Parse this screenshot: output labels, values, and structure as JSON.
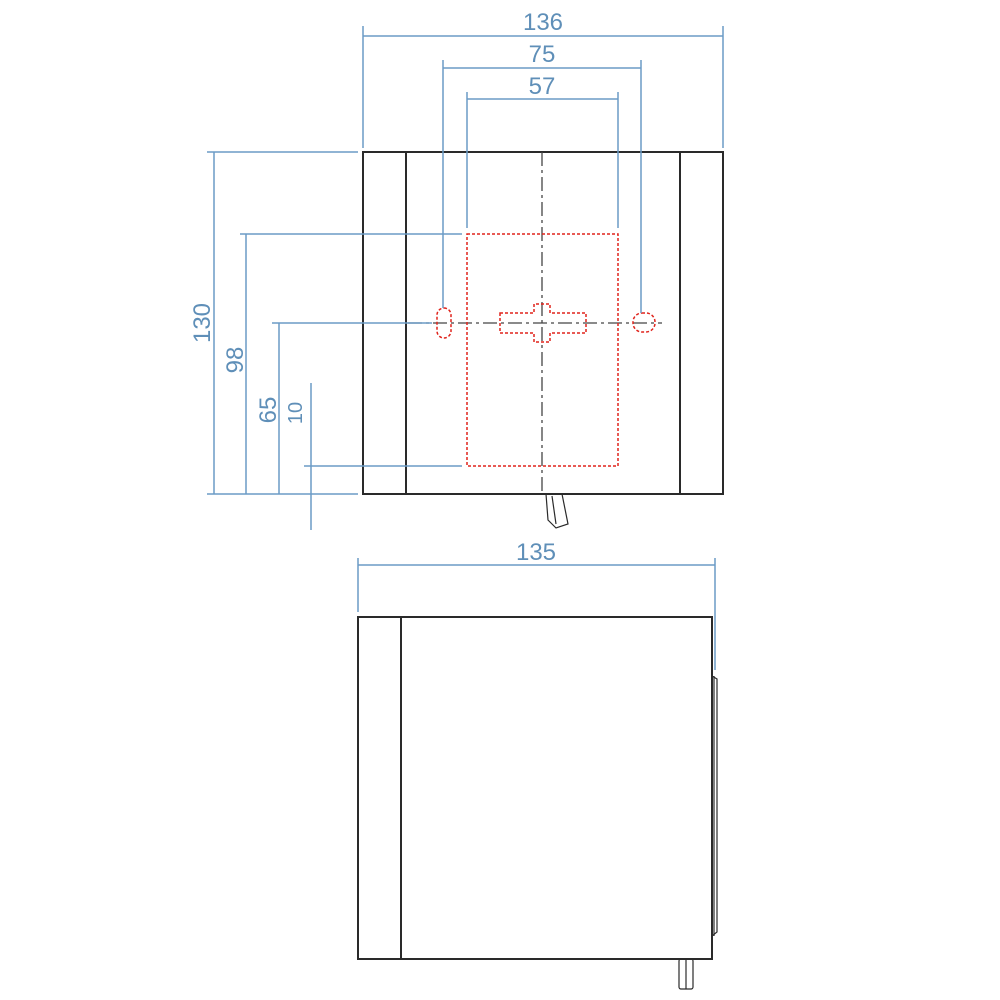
{
  "drawing": {
    "front_view": {
      "width_overall": "136",
      "slot_spacing": "75",
      "template_width": "57",
      "height_overall": "130",
      "height_template_top": "98",
      "height_center": "65",
      "height_template_bottom": "10"
    },
    "side_view": {
      "depth": "135"
    },
    "colors": {
      "dimension": "#6b9bc6",
      "outline": "#2a2a2a",
      "hidden_mounting": "#e0241c"
    }
  }
}
